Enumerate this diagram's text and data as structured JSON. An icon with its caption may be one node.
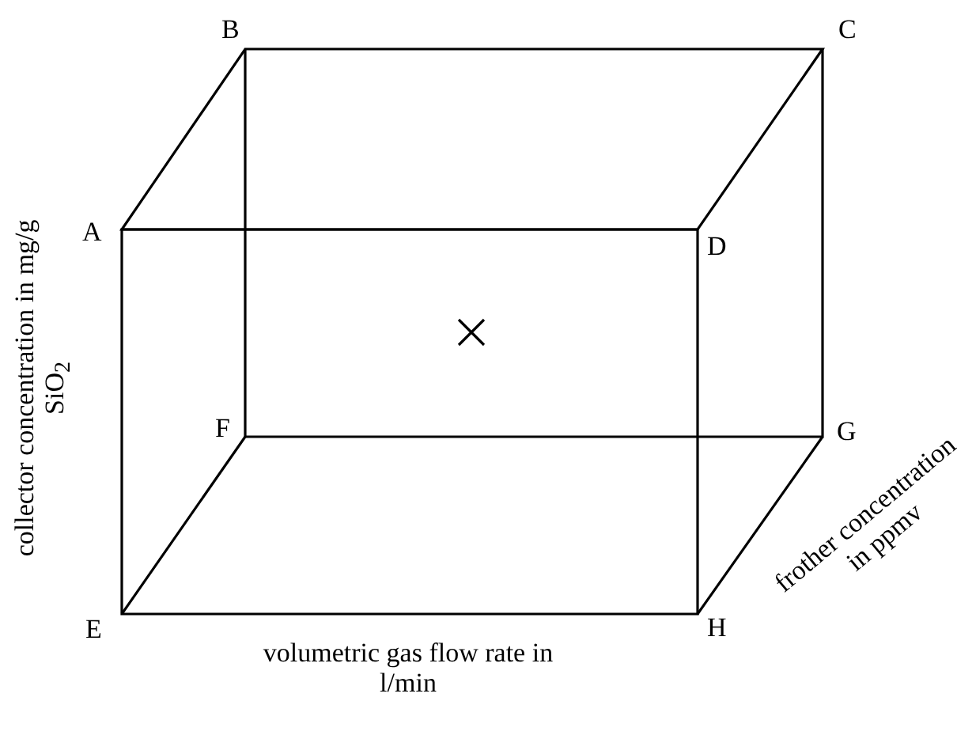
{
  "diagram": {
    "labels": [
      "B",
      "C",
      "A",
      "D",
      "F",
      "G",
      "E",
      "H",
      "collector concentration in mg/g SiO$_{2}$",
      "frother concentration in ppmv",
      "volumetric gas flow rate in l/min"
    ]
  }
}
